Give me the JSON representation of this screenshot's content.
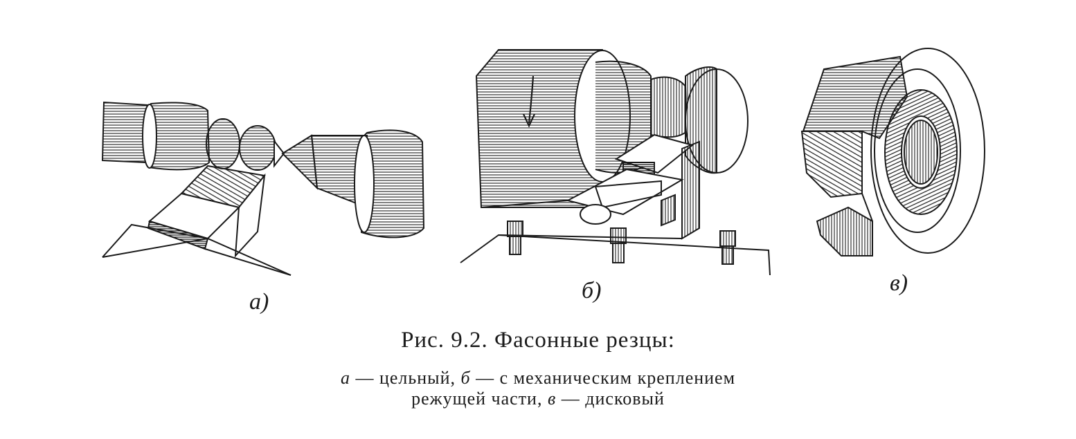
{
  "figure": {
    "panels": [
      {
        "id": "a",
        "label": "а)"
      },
      {
        "id": "b",
        "label": "б)"
      },
      {
        "id": "v",
        "label": "в)"
      }
    ],
    "caption": {
      "title": "Рис. 9.2. Фасонные резцы:",
      "line1_parts": [
        "а",
        " — цельный, ",
        "б",
        " — с механическим креплением"
      ],
      "line2_parts": [
        "режущей части, ",
        "в",
        " — дисковый"
      ]
    }
  }
}
